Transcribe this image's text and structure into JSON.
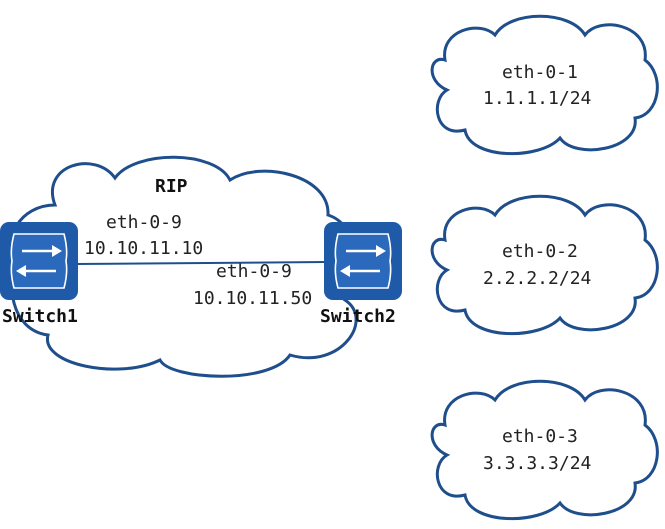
{
  "diagram": {
    "rip_cloud": {
      "label": "RIP"
    },
    "switch1": {
      "name": "Switch1",
      "port": "eth-0-9",
      "ip": "10.10.11.10"
    },
    "switch2": {
      "name": "Switch2",
      "port": "eth-0-9",
      "ip": "10.10.11.50"
    },
    "loopback_clouds": [
      {
        "port": "eth-0-1",
        "ip": "1.1.1.1/24"
      },
      {
        "port": "eth-0-2",
        "ip": "2.2.2.2/24"
      },
      {
        "port": "eth-0-3",
        "ip": "3.3.3.3/24"
      }
    ],
    "colors": {
      "outline": "#1f4e8c",
      "switch": "#1f5aa8"
    }
  }
}
